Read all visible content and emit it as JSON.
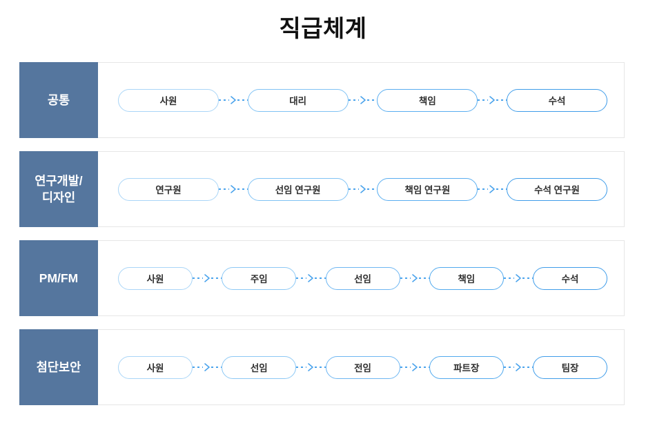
{
  "title": "직급체계",
  "colors": {
    "page_bg": "#ffffff",
    "track_label_bg": "#55769e",
    "track_label_text": "#ffffff",
    "row_border": "#e6e6e6",
    "row_bg": "#ffffff",
    "pill_bg": "#ffffff",
    "pill_text": "#2f2f2f",
    "arrow": "#4aa3ec"
  },
  "pill_border_palette_4": [
    "#a9d5f7",
    "#7fc2f4",
    "#58adf0",
    "#3e9ce9"
  ],
  "pill_border_palette_5": [
    "#a9d5f7",
    "#8cc8f5",
    "#6db6f2",
    "#50a9ee",
    "#3e9ce9"
  ],
  "rows": [
    {
      "label_lines": [
        "공통"
      ],
      "ranks": [
        "사원",
        "대리",
        "책임",
        "수석"
      ]
    },
    {
      "label_lines": [
        "연구개발/",
        "디자인"
      ],
      "ranks": [
        "연구원",
        "선임 연구원",
        "책임 연구원",
        "수석 연구원"
      ]
    },
    {
      "label_lines": [
        "PM/FM"
      ],
      "ranks": [
        "사원",
        "주임",
        "선임",
        "책임",
        "수석"
      ]
    },
    {
      "label_lines": [
        "첨단보안"
      ],
      "ranks": [
        "사원",
        "선임",
        "전임",
        "파트장",
        "팀장"
      ]
    }
  ]
}
